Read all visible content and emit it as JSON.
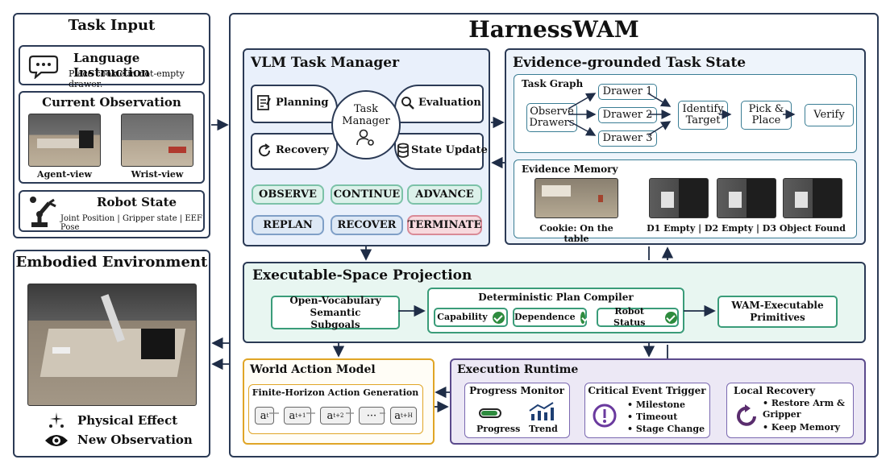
{
  "task_input": {
    "title": "Task Input",
    "lang_title": "Language Instruction",
    "lang_text": "Place cookie in not-empty drawer.",
    "obs_title": "Current Observation",
    "agent_view": "Agent-view",
    "wrist_view": "Wrist-view",
    "robot_title": "Robot State",
    "robot_text": "Joint Position | Gripper state | EEF Pose"
  },
  "embodied": {
    "title": "Embodied Environment",
    "effect": "Physical Effect",
    "observation": "New Observation"
  },
  "main_title": "HarnessWAM",
  "vlm": {
    "title": "VLM Task Manager",
    "planning": "Planning",
    "evaluation": "Evaluation",
    "recovery": "Recovery",
    "state_update": "State Update",
    "center_line1": "Task",
    "center_line2": "Manager",
    "chips": [
      "OBSERVE",
      "CONTINUE",
      "ADVANCE",
      "REPLAN",
      "RECOVER",
      "TERMINATE"
    ]
  },
  "evidence": {
    "title": "Evidence-grounded Task State",
    "graph_title": "Task Graph",
    "observe": "Observe Drawers",
    "drawer1": "Drawer 1",
    "drawer2": "Drawer 2",
    "drawer3": "Drawer 3",
    "identify": "Identify Target",
    "pick": "Pick & Place",
    "verify": "Verify",
    "memory_title": "Evidence Memory",
    "cookie_caption": "Cookie: On the table",
    "drawers_caption": "D1 Empty | D2 Empty | D3 Object Found"
  },
  "projection": {
    "title": "Executable-Space Projection",
    "subgoals": "Open-Vocabulary Semantic Subgoals",
    "compiler_title": "Deterministic Plan Compiler",
    "capability": "Capability",
    "dependence": "Dependence",
    "robot_status": "Robot Status",
    "primitives": "WAM-Executable Primitives"
  },
  "wam": {
    "title": "World Action Model",
    "gen_title": "Finite-Horizon Action Generation",
    "seq": [
      "a",
      "a",
      "a",
      "···",
      "a"
    ],
    "subs": [
      "t",
      "t+1",
      "t+2",
      "",
      "t+H"
    ]
  },
  "runtime": {
    "title": "Execution Runtime",
    "monitor_title": "Progress Monitor",
    "progress": "Progress",
    "trend": "Trend",
    "trigger_title": "Critical Event Trigger",
    "trigger_items": [
      "Milestone",
      "Timeout",
      "Stage Change"
    ],
    "recovery_title": "Local Recovery",
    "recovery_items": [
      "Restore Arm & Gripper",
      "Keep Memory"
    ]
  },
  "colors": {
    "frame": "#2b3a55",
    "vlm_bg": "#e9f0fb",
    "evidence_bg": "#eef4fb",
    "projection_bg": "#e8f6f1",
    "wam_border": "#e0a526",
    "runtime_bg": "#ece8f5",
    "chip_green": "#dcf1ea",
    "chip_blue": "#dde8f5",
    "chip_red": "#f7d9de"
  }
}
